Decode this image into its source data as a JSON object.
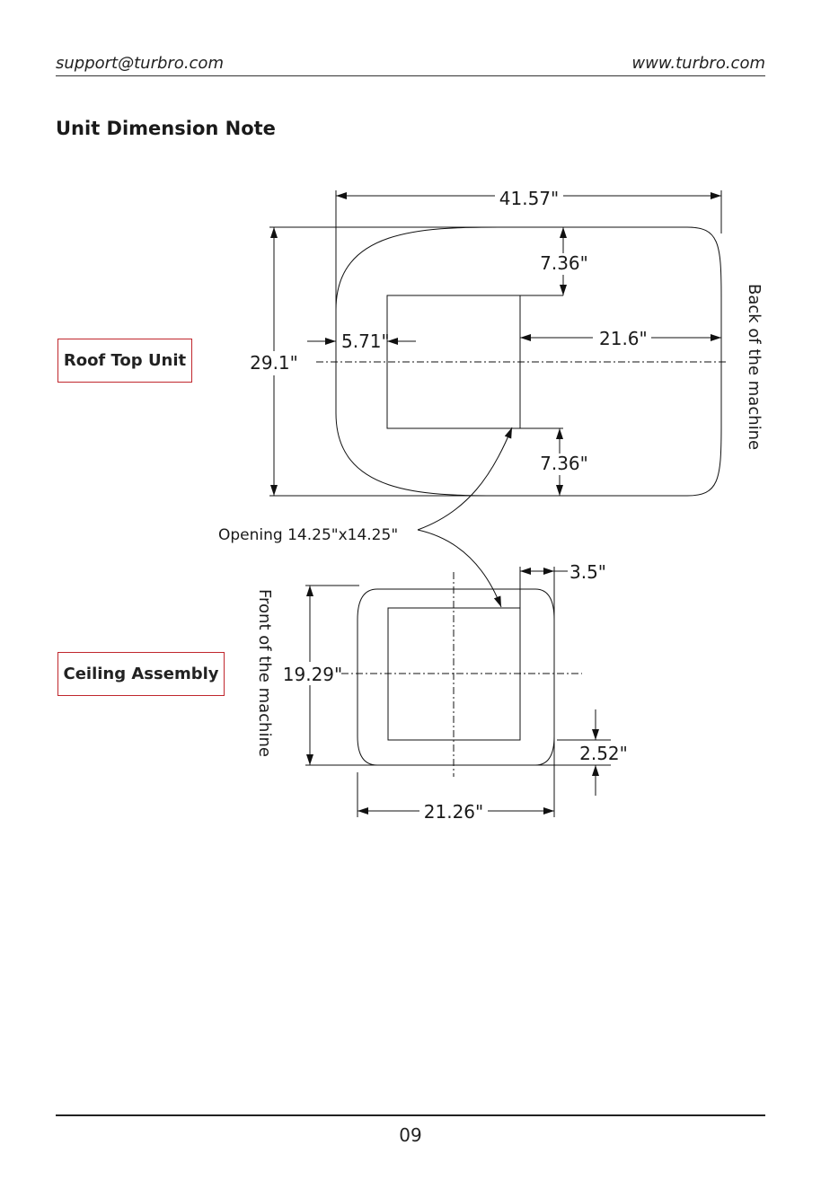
{
  "header": {
    "email": "support@turbro.com",
    "website": "www.turbro.com"
  },
  "title": "Unit Dimension Note",
  "labels": {
    "roof_top_unit": "Roof Top Unit",
    "ceiling_assembly": "Ceiling Assembly"
  },
  "roof_top": {
    "overall_width": "41.57\"",
    "overall_depth": "29.1\"",
    "top_offset": "7.36\"",
    "bottom_offset": "7.36\"",
    "front_offset": "5.71\"",
    "back_offset": "21.6\"",
    "back_label": "Back of the machine"
  },
  "opening": {
    "label": "Opening 14.25\"x14.25\""
  },
  "ceiling": {
    "right_offset": "3.5\"",
    "depth": "19.29\"",
    "bottom_offset": "2.52\"",
    "width": "21.26\"",
    "front_label": "Front of the machine"
  },
  "footer": {
    "page_number": "09"
  }
}
